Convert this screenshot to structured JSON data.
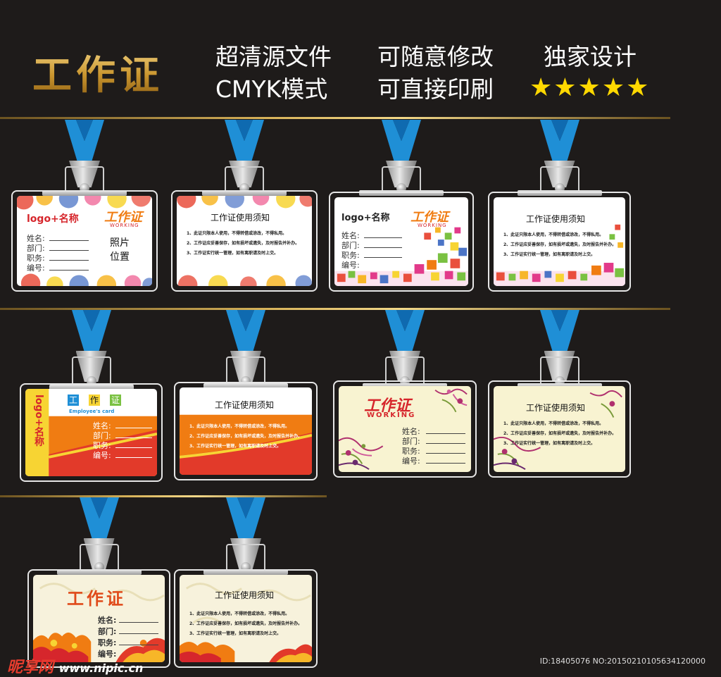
{
  "header": {
    "title": "工作证",
    "features": [
      "超清源文件",
      "可随意修改",
      "独家设计",
      "CMYK模式",
      "可直接印刷"
    ],
    "stars": "★★★★★"
  },
  "card_front": {
    "logo_name": "logo+名称",
    "badge_word": "工作证",
    "working": "WORKING",
    "photo_1": "照片",
    "photo_2": "位置",
    "fields": [
      "姓名:",
      "部门:",
      "职务:",
      "编号:"
    ],
    "vertical_logo": "logo+名称",
    "tile_chars": [
      "工",
      "作",
      "证"
    ],
    "employee_card": "Employee's card"
  },
  "card_back": {
    "heading": "工作证使用须知",
    "rules": [
      "1、此证只限本人使用，不得转借或涂改，不得私用。",
      "2、工作证应妥善保存，如有损坏或遗失，及时报告并补办。",
      "3、工作证实行统一管理，如有离职请及时上交。"
    ]
  },
  "watermark": {
    "brand": "昵享网",
    "site": "www.nipic.cn"
  },
  "image_id": "ID:18405076 NO:20150210105634120000",
  "colors": {
    "strap": "#1f8fd6",
    "gold": "#c9952e",
    "star": "#ffd800",
    "accent_red": "#e23a2a",
    "orange": "#f07c12"
  }
}
